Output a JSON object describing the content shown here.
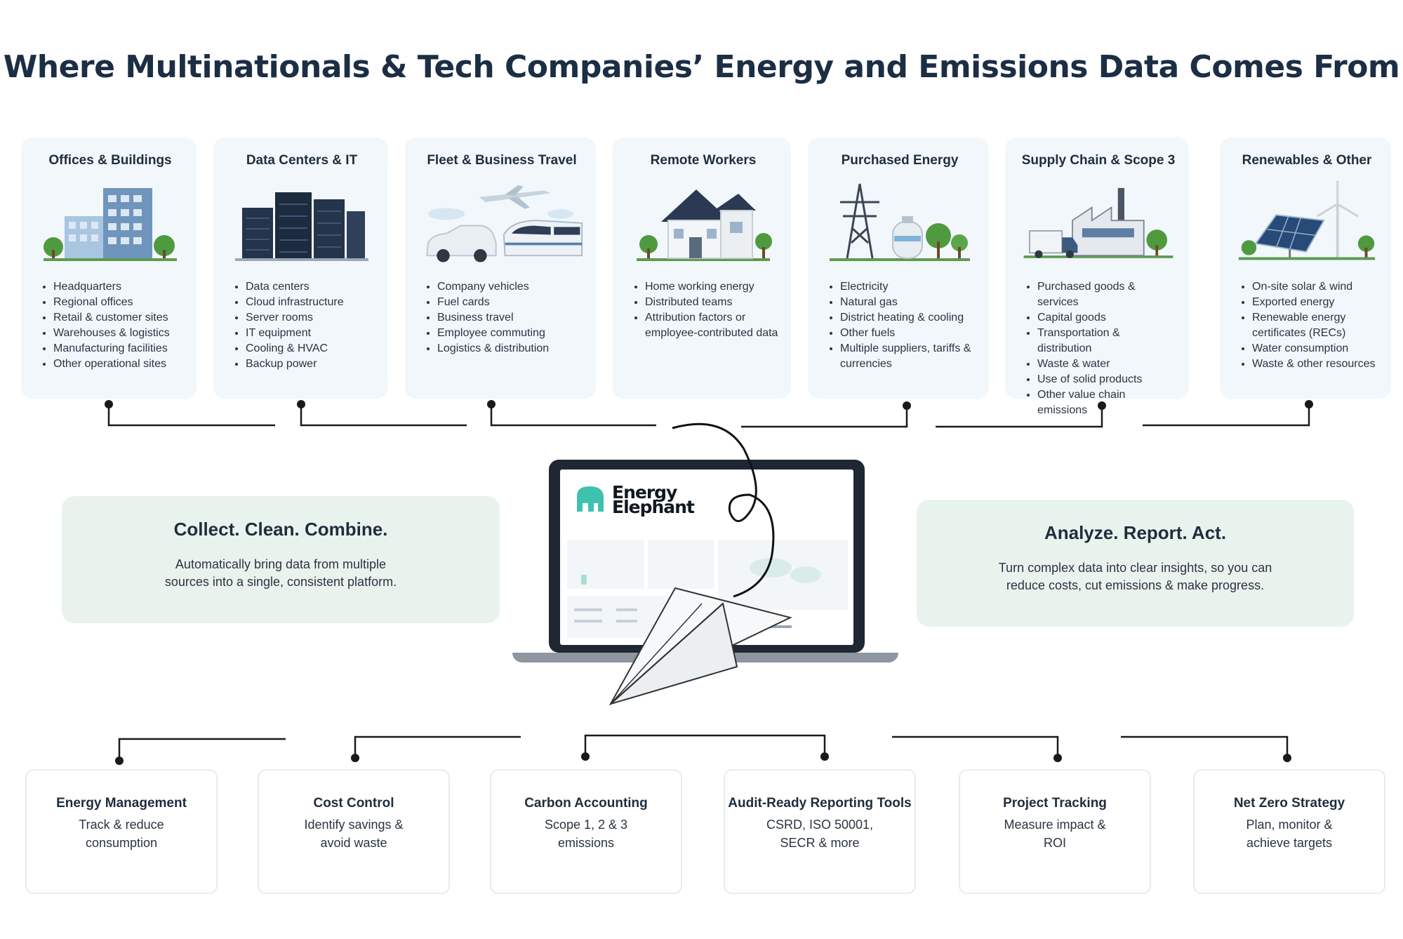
{
  "title": "Where Multinationals & Tech Companies’ Energy and Emissions Data Comes From",
  "sources": [
    {
      "title": "Offices & Buildings",
      "icon": "office-building-icon",
      "items": [
        "Headquarters",
        "Regional offices",
        "Retail & customer sites",
        "Warehouses & logistics",
        "Manufacturing facilities",
        "Other operational sites"
      ]
    },
    {
      "title": "Data Centers & IT",
      "icon": "data-center-icon",
      "items": [
        "Data centers",
        "Cloud infrastructure",
        "Server rooms",
        "IT equipment",
        "Cooling & HVAC",
        "Backup power"
      ]
    },
    {
      "title": "Fleet & Business Travel",
      "icon": "vehicle-travel-icon",
      "items": [
        "Company vehicles",
        "Fuel cards",
        "Business travel",
        "Employee commuting",
        "Logistics & distribution"
      ]
    },
    {
      "title": "Remote Workers",
      "icon": "house-icon",
      "items": [
        "Home working energy",
        "Distributed teams",
        "Attribution factors or employee-contributed data"
      ]
    },
    {
      "title": "Purchased Energy",
      "icon": "power-pylon-icon",
      "items": [
        "Electricity",
        "Natural gas",
        "District heating & cooling",
        "Other fuels",
        "Multiple suppliers, tariffs & currencies"
      ]
    },
    {
      "title": "Supply Chain & Scope 3",
      "icon": "factory-truck-icon",
      "items": [
        "Purchased goods & services",
        "Capital goods",
        "Transportation & distribution",
        "Waste & water",
        "Use of solid products",
        "Other value chain emissions"
      ]
    },
    {
      "title": "Renewables & Other",
      "icon": "solar-wind-icon",
      "items": [
        "On-site solar & wind",
        "Exported energy",
        "Renewable energy certificates (RECs)",
        "Water consumption",
        "Waste & other resources"
      ]
    }
  ],
  "left_panel": {
    "title": "Collect. Clean. Combine.",
    "text": "Automatically bring data from multiple sources into a single, consistent platform."
  },
  "right_panel": {
    "title": "Analyze. Report. Act.",
    "text": "Turn complex data into clear insights, so you can reduce costs, cut emissions & make progress."
  },
  "brand": {
    "line1": "Energy",
    "line2": "Elephant",
    "logo_icon": "elephant-logo-icon",
    "accent": "#3fc1b0"
  },
  "outputs": [
    {
      "title": "Energy Management",
      "subtitle": "Track & reduce consumption"
    },
    {
      "title": "Cost Control",
      "subtitle": "Identify savings & avoid waste"
    },
    {
      "title": "Carbon Accounting",
      "subtitle": "Scope 1, 2 & 3 emissions"
    },
    {
      "title": "Audit-Ready Reporting Tools",
      "subtitle": "CSRD, ISO 50001, SECR & more"
    },
    {
      "title": "Project Tracking",
      "subtitle": "Measure impact & ROI"
    },
    {
      "title": "Net Zero Strategy",
      "subtitle": "Plan, monitor & achieve targets"
    }
  ],
  "colors": {
    "title": "#1c2e44",
    "card_bg": "#f1f7fb",
    "panel_bg": "#e9f3ee",
    "connector": "#1a1a1a"
  }
}
